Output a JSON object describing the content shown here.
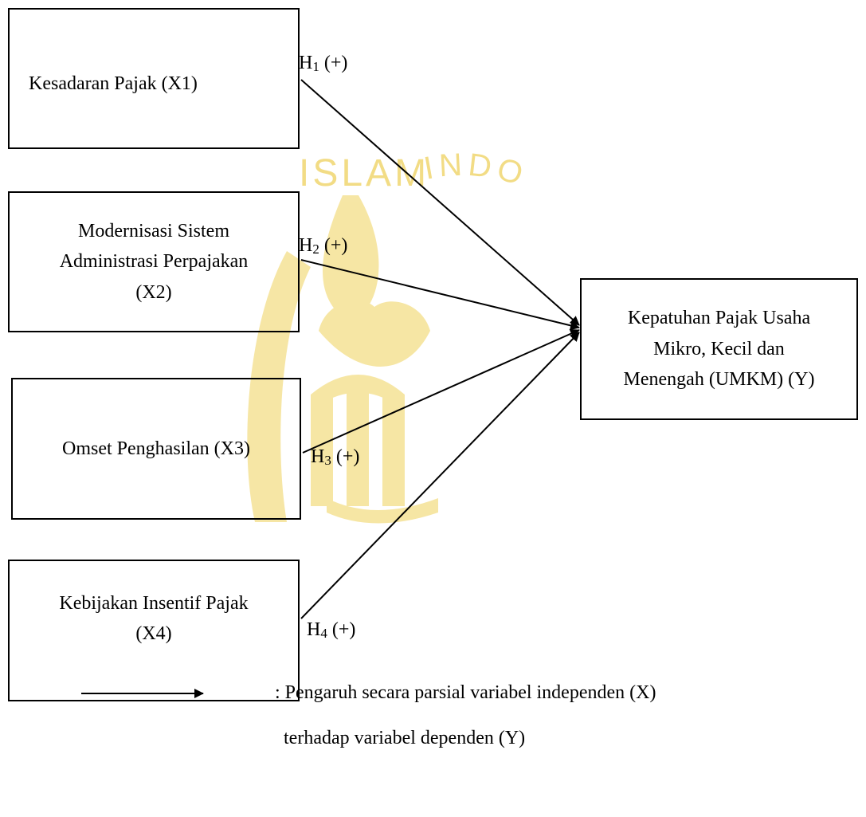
{
  "nodes": {
    "x1": {
      "label": "Kesadaran Pajak (X1)"
    },
    "x2": {
      "line1": "Modernisasi Sistem",
      "line2": "Administrasi Perpajakan",
      "line3": "(X2)"
    },
    "x3": {
      "label": "Omset Penghasilan (X3)"
    },
    "x4": {
      "line1": "Kebijakan Insentif Pajak",
      "line2": "(X4)"
    },
    "y": {
      "line1": "Kepatuhan Pajak Usaha",
      "line2": "Mikro, Kecil dan",
      "line3": "Menengah (UMKM) (Y)"
    }
  },
  "hypotheses": [
    {
      "letter": "H",
      "index": "1",
      "sign": " (+)"
    },
    {
      "letter": "H",
      "index": "2",
      "sign": " (+)"
    },
    {
      "letter": "H",
      "index": "3",
      "sign": " (+)"
    },
    {
      "letter": "H",
      "index": "4",
      "sign": " (+)"
    }
  ],
  "edges": [
    {
      "from": "x1",
      "to": "y",
      "hypothesis": "H1"
    },
    {
      "from": "x2",
      "to": "y",
      "hypothesis": "H2"
    },
    {
      "from": "x3",
      "to": "y",
      "hypothesis": "H3"
    },
    {
      "from": "x4",
      "to": "y",
      "hypothesis": "H4"
    }
  ],
  "legend": {
    "line1": ": Pengaruh secara parsial variabel independen (X)",
    "line2": "terhadap variabel dependen (Y)"
  },
  "watermark": {
    "top": "ISLAM",
    "side": "INDONESIA",
    "color": "#f2dc85"
  }
}
